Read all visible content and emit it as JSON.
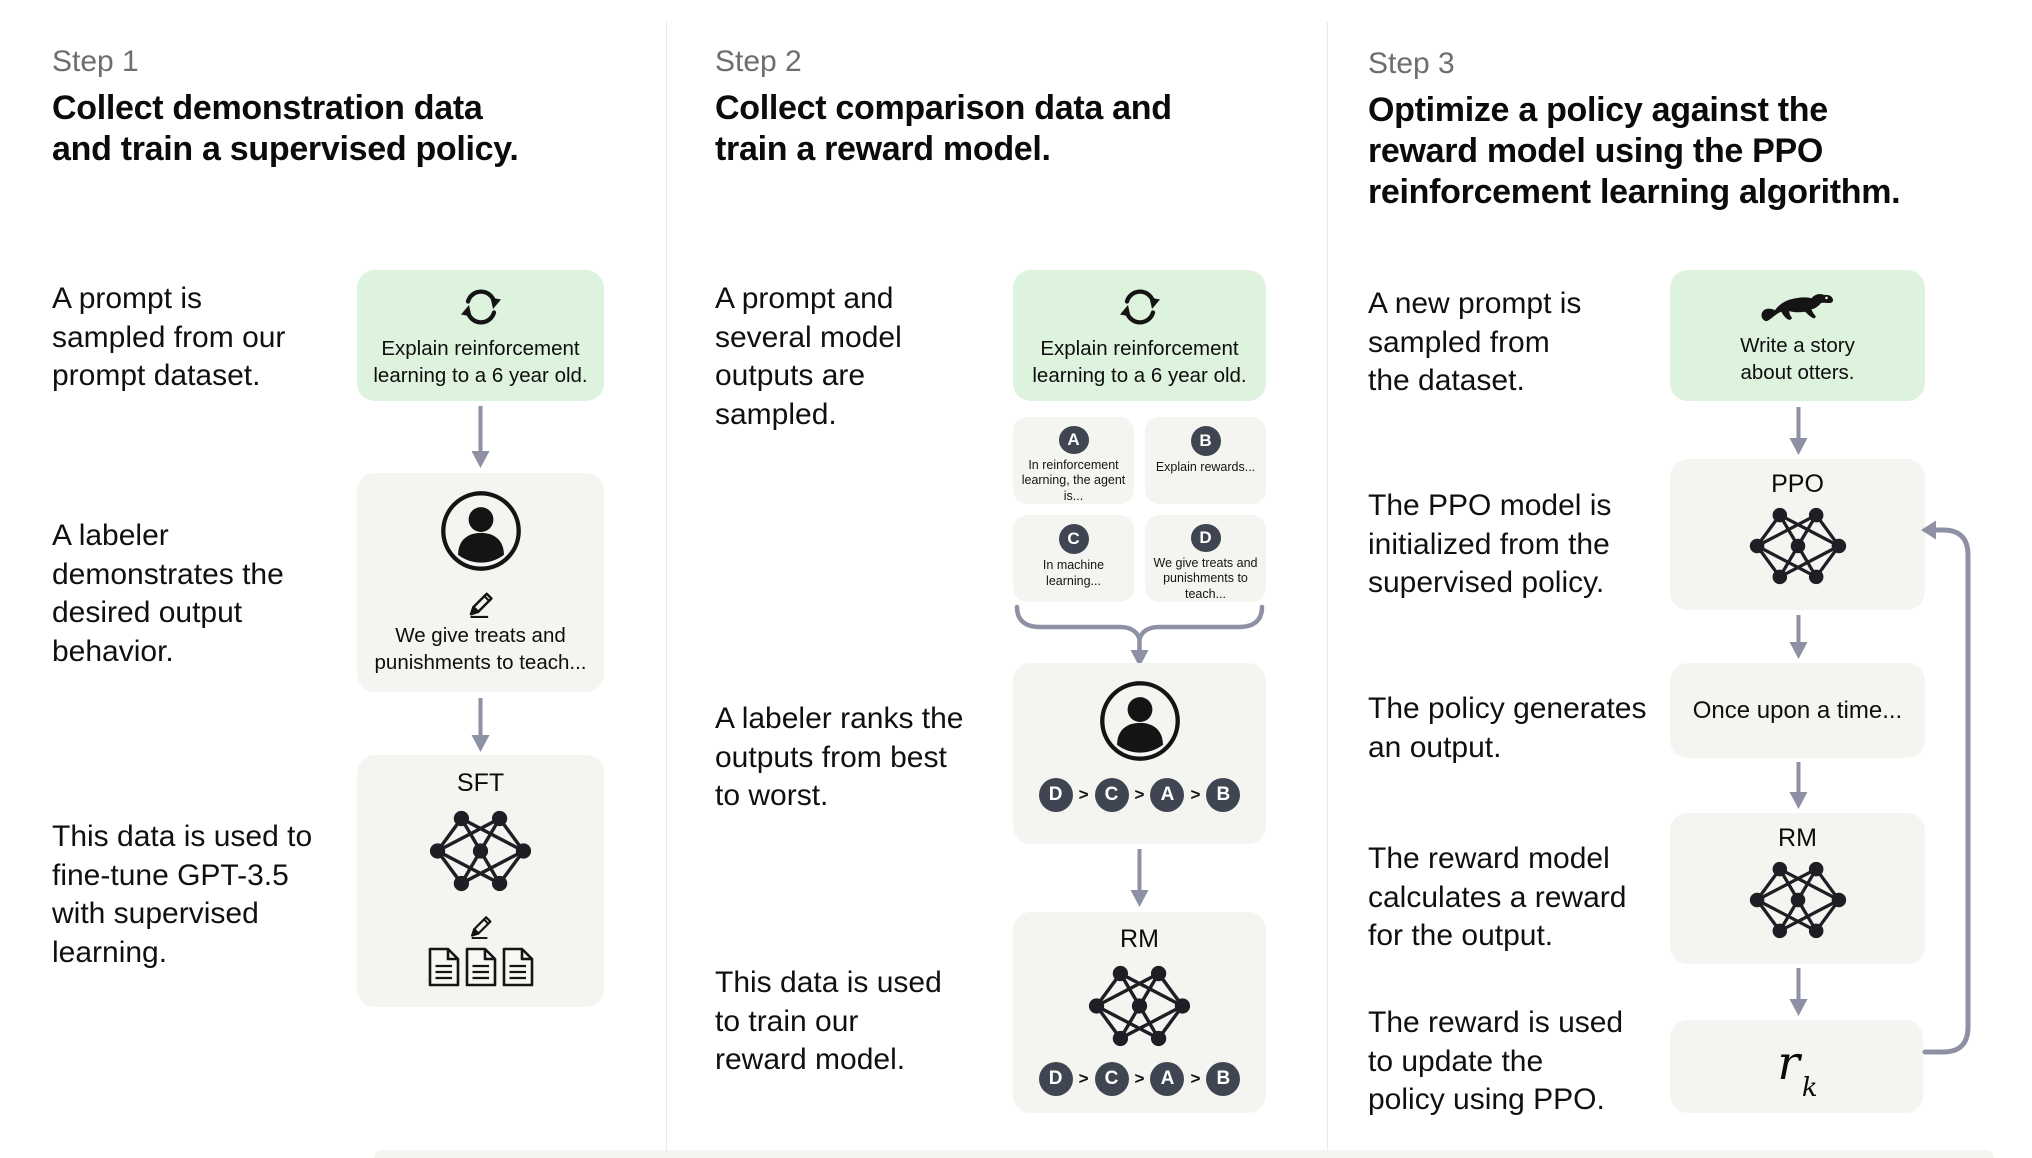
{
  "colors": {
    "prompt_box_green": "#ddf3dd",
    "panel_gray": "#f4f4f1",
    "rank_circle_dark": "#3f4551",
    "arrow_gray_purple": "#8e90a4",
    "divider_gray": "#e8e8e8",
    "step_label_gray": "#6e6e6e",
    "text_black": "#0f0f0f"
  },
  "step1": {
    "label": "Step 1",
    "title_lines": [
      "Collect demonstration data",
      "and train a supervised policy."
    ],
    "caption1_lines": [
      "A prompt is",
      "sampled from our",
      "prompt dataset."
    ],
    "caption2_lines": [
      "A labeler",
      "demonstrates the",
      "desired output",
      "behavior."
    ],
    "caption3_lines": [
      "This data is used to",
      "fine-tune GPT-3.5",
      "with supervised",
      "learning."
    ],
    "prompt_box": {
      "icon": "cycle-icon",
      "text_lines": [
        "Explain reinforcement",
        "learning to a 6 year old."
      ]
    },
    "labeler_box": {
      "icons": [
        "person-icon",
        "pencil-icon"
      ],
      "text_lines": [
        "We give treats and",
        "punishments to teach..."
      ]
    },
    "sft_box": {
      "label": "SFT",
      "icons": [
        "nn-icon",
        "pencil-icon",
        "document-icon",
        "document-icon",
        "document-icon"
      ]
    }
  },
  "step2": {
    "label": "Step 2",
    "title_lines": [
      "Collect comparison data and",
      "train a reward model."
    ],
    "caption1_lines": [
      "A prompt and",
      "several model",
      "outputs are",
      "sampled."
    ],
    "caption2_lines": [
      "A labeler ranks the",
      "outputs from best",
      "to worst."
    ],
    "caption3_lines": [
      "This data is used",
      "to train our",
      "reward model."
    ],
    "prompt_box": {
      "icon": "cycle-icon",
      "text_lines": [
        "Explain reinforcement",
        "learning to a 6 year old."
      ]
    },
    "outputs": [
      {
        "id": "A",
        "text": "In reinforcement learning, the agent is..."
      },
      {
        "id": "B",
        "text": "Explain rewards..."
      },
      {
        "id": "C",
        "text": "In machine learning..."
      },
      {
        "id": "D",
        "text": "We give treats and punishments to teach..."
      }
    ],
    "labeler_box": {
      "icon": "person-icon"
    },
    "ranking": [
      "D",
      "C",
      "A",
      "B"
    ],
    "rank_sep": ">",
    "rm_box": {
      "label": "RM",
      "icon": "nn-icon"
    }
  },
  "step3": {
    "label": "Step 3",
    "title_lines": [
      "Optimize a policy against the",
      "reward model using the PPO",
      "reinforcement learning algorithm."
    ],
    "caption1_lines": [
      "A new prompt is",
      "sampled from",
      "the dataset."
    ],
    "caption2_lines": [
      "The PPO model is",
      "initialized from the",
      "supervised policy."
    ],
    "caption3_lines": [
      "The policy generates",
      "an output."
    ],
    "caption4_lines": [
      "The reward model",
      "calculates a reward",
      "for the output."
    ],
    "caption5_lines": [
      "The reward is used",
      "to update the",
      "policy using PPO."
    ],
    "prompt_box": {
      "icon": "otter-icon",
      "text_lines": [
        "Write a story",
        "about otters."
      ]
    },
    "ppo_box": {
      "label": "PPO",
      "icon": "nn-icon"
    },
    "output_box": {
      "text": "Once upon a time..."
    },
    "rm_box": {
      "label": "RM",
      "icon": "nn-icon"
    },
    "reward_box": {
      "base": "r",
      "subscript": "k"
    }
  }
}
